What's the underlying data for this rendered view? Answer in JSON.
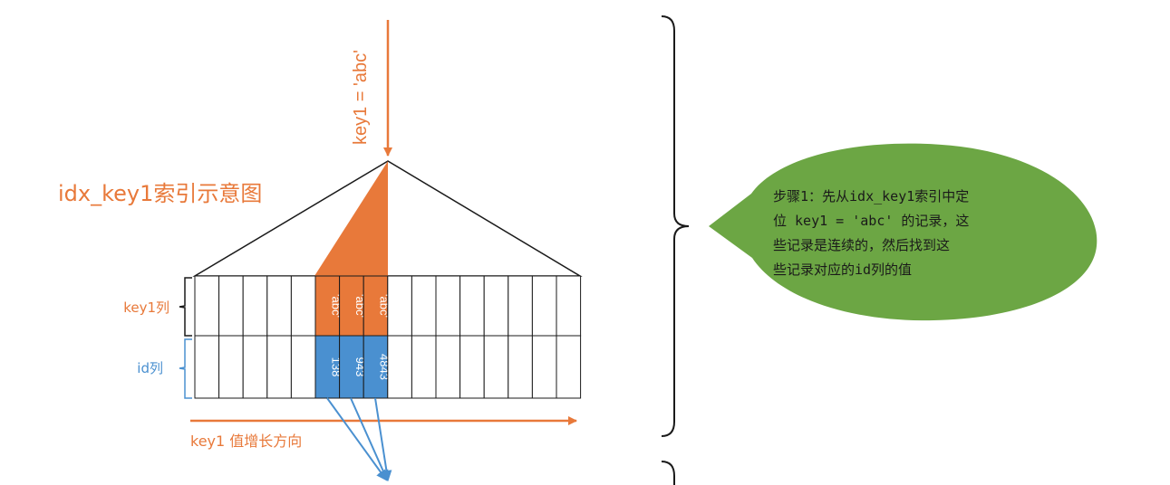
{
  "title": "idx_key1索引示意图",
  "query_label": "key1 = 'abc'",
  "row_labels": {
    "key1": "key1列",
    "id": "id列"
  },
  "direction_label": "key1 值增长方向",
  "highlighted_key1_values": [
    "'abc'",
    "'abc'",
    "'abc'"
  ],
  "highlighted_id_values": [
    "138",
    "943",
    "4843"
  ],
  "callout": {
    "lines": [
      "步骤1：先从idx_key1索引中定",
      "位 key1 = 'abc' 的记录，这",
      "些记录是连续的，然后找到这",
      "些记录对应的id列的值"
    ],
    "fill": "#6ca644"
  },
  "colors": {
    "accent_orange": "#e8793a",
    "accent_blue": "#4a90d0",
    "callout_green": "#6ca644"
  }
}
